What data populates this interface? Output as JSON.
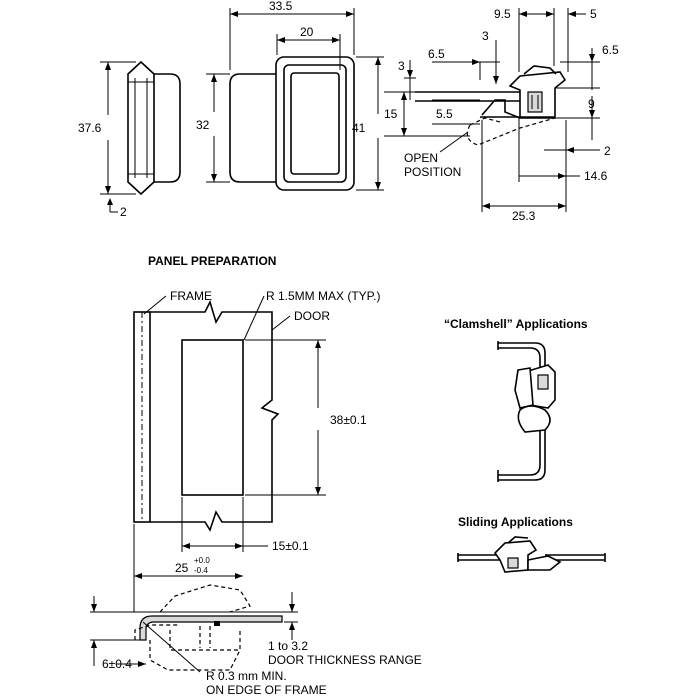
{
  "top_views": {
    "side_height": "37.6",
    "side_offset": "2",
    "front_width": "33.5",
    "front_inner_width": "20",
    "front_inner_height": "32",
    "front_height": "41",
    "profile": {
      "d_9_5": "9.5",
      "d_5": "5",
      "d_3a": "3",
      "d_6_5a": "6.5",
      "d_6_5b": "6.5",
      "d_3b": "3",
      "d_15": "15",
      "d_5_5": "5.5",
      "d_9": "9",
      "d_2": "2",
      "d_14_6": "14.6",
      "d_25_3": "25.3",
      "open_line1": "OPEN",
      "open_line2": "POSITION"
    }
  },
  "panel": {
    "title": "PANEL PREPARATION",
    "frame_label": "FRAME",
    "radius_label": "R 1.5MM MAX (TYP.)",
    "door_label": "DOOR",
    "height_dim": "38±0.1",
    "width_15": "15±0.1",
    "width_25": "25",
    "tol_plus": "+0.0",
    "tol_minus": "-0.4",
    "depth_6": "6±0.4",
    "thick_range": "1 to 3.2",
    "thick_label": "DOOR THICKNESS RANGE",
    "r03_line1": "R 0.3 mm MIN.",
    "r03_line2": "ON EDGE OF FRAME"
  },
  "applications": {
    "clamshell": "“Clamshell” Applications",
    "sliding": "Sliding Applications"
  }
}
